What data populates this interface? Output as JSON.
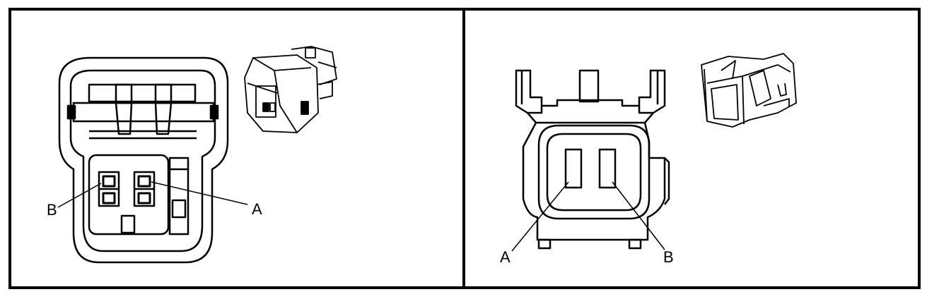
{
  "panels": {
    "left": {
      "pin_labels": {
        "a": "A",
        "b": "B"
      }
    },
    "right": {
      "pin_labels": {
        "a": "A",
        "b": "B"
      }
    }
  },
  "colors": {
    "ink": "#000000",
    "paper": "#ffffff",
    "shade": "#d8d8d8"
  }
}
